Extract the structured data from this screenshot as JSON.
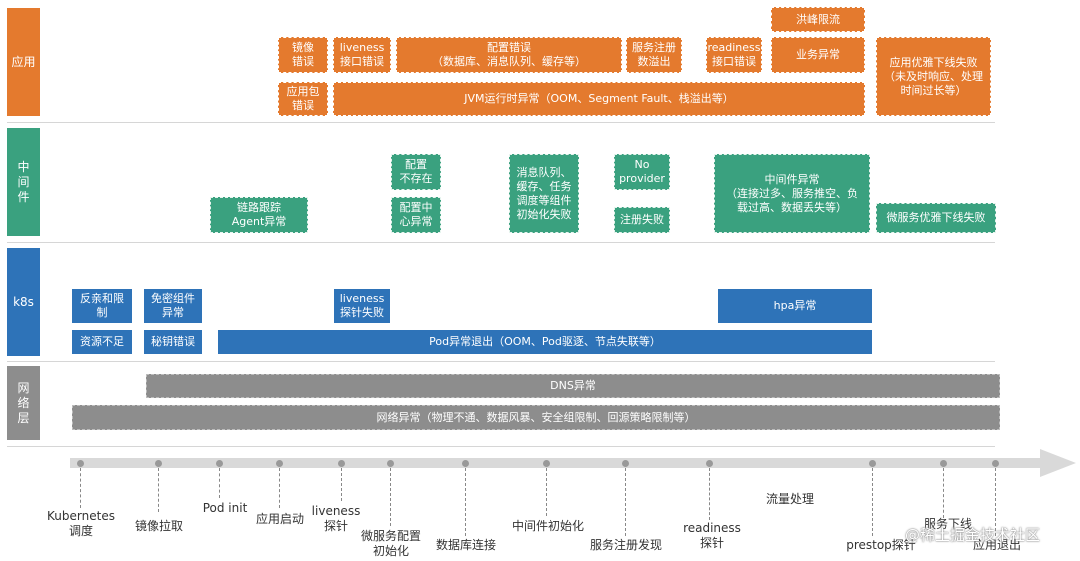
{
  "lanes": {
    "app": "应用",
    "middleware": "中\n间\n件",
    "k8s": "k8s",
    "network": "网\n络\n层"
  },
  "app": {
    "image_error": "镜像\n错误",
    "package_error": "应用包\n错误",
    "liveness_error": "liveness\n接口错误",
    "config_error": "配置错误\n（数据库、消息队列、缓存等）",
    "service_register_overflow": "服务注册\n数溢出",
    "readiness_error": "readiness\n接口错误",
    "flood_limit": "洪峰限流",
    "business_error": "业务异常",
    "graceful_shutdown_fail": "应用优雅下线失败\n（未及时响应、处理\n时间过长等）",
    "jvm_error": "JVM运行时异常（OOM、Segment Fault、栈溢出等）"
  },
  "middleware": {
    "trace_agent": "链路跟踪\nAgent异常",
    "config_missing": "配置\n不存在",
    "config_center_error": "配置中\n心异常",
    "component_init_fail": "消息队列、\n缓存、任务\n调度等组件\n初始化失败",
    "no_provider": "No\nprovider",
    "register_fail": "注册失败",
    "middleware_error": "中间件异常\n（连接过多、服务推空、负\n载过高、数据丢失等）",
    "microservice_shutdown_fail": "微服务优雅下线失败"
  },
  "k8s": {
    "affinity": "反亲和限\n制",
    "insufficient": "资源不足",
    "secret_component": "免密组件\n异常",
    "secret_error": "秘钥错误",
    "liveness_fail": "liveness\n探针失败",
    "hpa": "hpa异常",
    "pod_exit": "Pod异常退出（OOM、Pod驱逐、节点失联等）"
  },
  "network": {
    "dns": "DNS异常",
    "net_error": "网络异常（物理不通、数据风暴、安全组限制、回源策略限制等）"
  },
  "timeline": {
    "kubernetes": "Kubernetes\n调度",
    "image_pull": "镜像拉取",
    "pod_init": "Pod init",
    "app_start": "应用启动",
    "liveness": "liveness\n探针",
    "ms_config_init": "微服务配置\n初始化",
    "db_connect": "数据库连接",
    "mw_init": "中间件初始化",
    "service_register": "服务注册发现",
    "readiness": "readiness\n探针",
    "traffic": "流量处理",
    "prestop": "prestop探针",
    "service_offline": "服务下线",
    "app_exit": "应用退出"
  },
  "watermark": "@稀土掘金技术社区",
  "colors": {
    "app": "#e47a2e",
    "middleware": "#3aa17f",
    "k8s": "#2e73b8",
    "network": "#8d8d8d",
    "arrow": "#d9d9d9"
  }
}
